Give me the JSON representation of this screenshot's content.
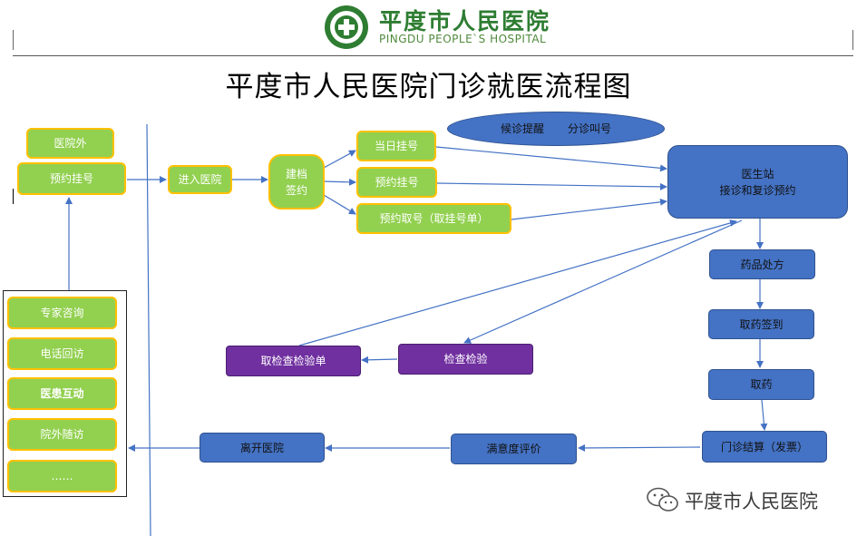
{
  "header": {
    "hospital_name_cn": "平度市人民医院",
    "hospital_name_en": "PINGDU PEOPLE`S HOSPITAL"
  },
  "title": "平度市人民医院门诊就医流程图",
  "nodes": {
    "outside": "医院外",
    "appointment": "预约挂号",
    "enter": "进入医院",
    "register_sign_1": "建档",
    "register_sign_2": "签约",
    "same_day": "当日挂号",
    "reserve": "预约挂号",
    "pickup": "预约取号（取挂号单）",
    "waiting_1": "候诊提醒",
    "waiting_2": "分诊叫号",
    "doctor_1": "医生站",
    "doctor_2": "接诊和复诊预约",
    "prescription": "药品处方",
    "checkin": "取药签到",
    "take_medicine": "取药",
    "settlement": "门诊结算（发票）",
    "satisfaction": "满意度评价",
    "leave": "离开医院",
    "exam": "检查检验",
    "exam_report": "取检查检验单"
  },
  "followup": [
    "专家咨询",
    "电话回访",
    "医患互动",
    "院外随访",
    "……"
  ],
  "watermark": "平度市人民医院",
  "colors": {
    "green": "#92d050",
    "green_border": "#ffc000",
    "blue": "#4472c4",
    "purple": "#7030a0",
    "arrow": "#4472c4"
  }
}
